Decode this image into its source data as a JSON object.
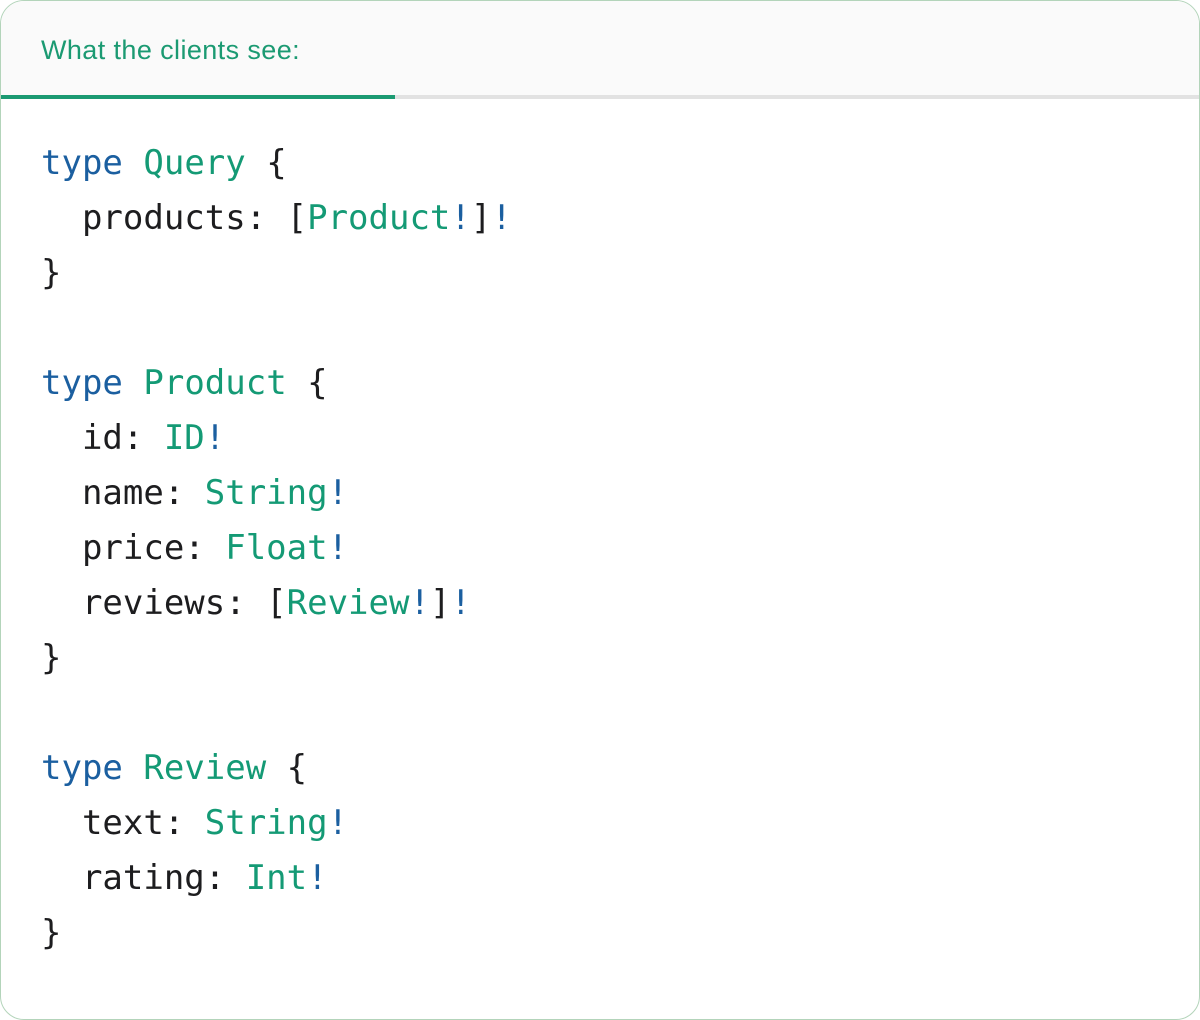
{
  "colors": {
    "accent_green": "#1b9a72",
    "keyword_blue": "#1b5fa0",
    "type_green": "#149a75",
    "bang_blue": "#1b5fa0",
    "code_text": "#1d1d1f",
    "tab_bar_bg": "#fafafa",
    "divider_gray": "#e2e2e2",
    "card_border_green": "#b3d4ba"
  },
  "tab_bar": {
    "active_tab": "What the clients see:"
  },
  "code": {
    "language": "graphql",
    "plain_text": "type Query {\n  products: [Product!]!\n}\n\ntype Product {\n  id: ID!\n  name: String!\n  price: Float!\n  reviews: [Review!]!\n}\n\ntype Review {\n  text: String!\n  rating: Int!\n}",
    "lines": [
      [
        {
          "c": "kw",
          "t": "type"
        },
        {
          "c": "plain",
          "t": " "
        },
        {
          "c": "type",
          "t": "Query"
        },
        {
          "c": "plain",
          "t": " {"
        }
      ],
      [
        {
          "c": "plain",
          "t": "  products: ["
        },
        {
          "c": "type",
          "t": "Product"
        },
        {
          "c": "bang",
          "t": "!"
        },
        {
          "c": "plain",
          "t": "]"
        },
        {
          "c": "bang",
          "t": "!"
        }
      ],
      [
        {
          "c": "plain",
          "t": "}"
        }
      ],
      [],
      [
        {
          "c": "kw",
          "t": "type"
        },
        {
          "c": "plain",
          "t": " "
        },
        {
          "c": "type",
          "t": "Product"
        },
        {
          "c": "plain",
          "t": " {"
        }
      ],
      [
        {
          "c": "plain",
          "t": "  id: "
        },
        {
          "c": "type",
          "t": "ID"
        },
        {
          "c": "bang",
          "t": "!"
        }
      ],
      [
        {
          "c": "plain",
          "t": "  name: "
        },
        {
          "c": "type",
          "t": "String"
        },
        {
          "c": "bang",
          "t": "!"
        }
      ],
      [
        {
          "c": "plain",
          "t": "  price: "
        },
        {
          "c": "type",
          "t": "Float"
        },
        {
          "c": "bang",
          "t": "!"
        }
      ],
      [
        {
          "c": "plain",
          "t": "  reviews: ["
        },
        {
          "c": "type",
          "t": "Review"
        },
        {
          "c": "bang",
          "t": "!"
        },
        {
          "c": "plain",
          "t": "]"
        },
        {
          "c": "bang",
          "t": "!"
        }
      ],
      [
        {
          "c": "plain",
          "t": "}"
        }
      ],
      [],
      [
        {
          "c": "kw",
          "t": "type"
        },
        {
          "c": "plain",
          "t": " "
        },
        {
          "c": "type",
          "t": "Review"
        },
        {
          "c": "plain",
          "t": " {"
        }
      ],
      [
        {
          "c": "plain",
          "t": "  text: "
        },
        {
          "c": "type",
          "t": "String"
        },
        {
          "c": "bang",
          "t": "!"
        }
      ],
      [
        {
          "c": "plain",
          "t": "  rating: "
        },
        {
          "c": "type",
          "t": "Int"
        },
        {
          "c": "bang",
          "t": "!"
        }
      ],
      [
        {
          "c": "plain",
          "t": "}"
        }
      ]
    ]
  }
}
